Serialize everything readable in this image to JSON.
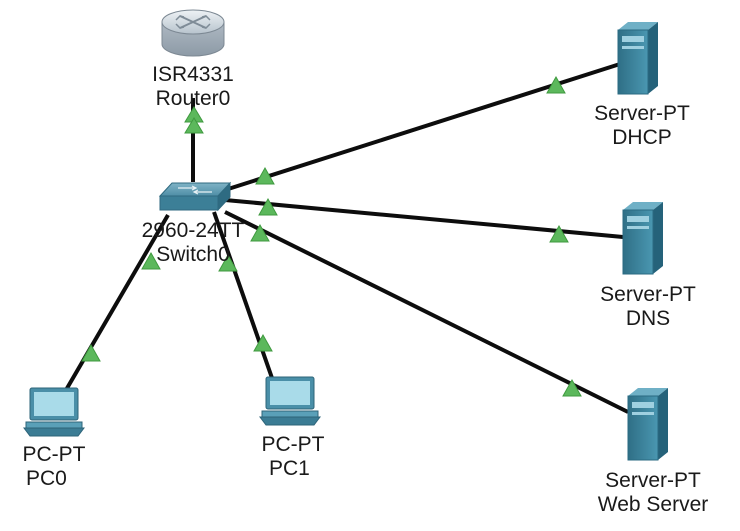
{
  "devices": {
    "router": {
      "model": "ISR4331",
      "name": "Router0"
    },
    "switch": {
      "model": "2960-24TT",
      "name": "Switch0"
    },
    "dhcp_server": {
      "model": "Server-PT",
      "name": "DHCP"
    },
    "dns_server": {
      "model": "Server-PT",
      "name": "DNS"
    },
    "web_server": {
      "model": "Server-PT",
      "name": "Web Server"
    },
    "pc0": {
      "model": "PC-PT",
      "name": "PC0"
    },
    "pc1": {
      "model": "PC-PT",
      "name": "PC1"
    }
  },
  "colors": {
    "link": "#0d0d0d",
    "link_up_indicator": "#5cb85c",
    "device_blue": "#3f8aa3",
    "router_silver": "#c9d3dc",
    "label_text": "#1a1a1a"
  }
}
